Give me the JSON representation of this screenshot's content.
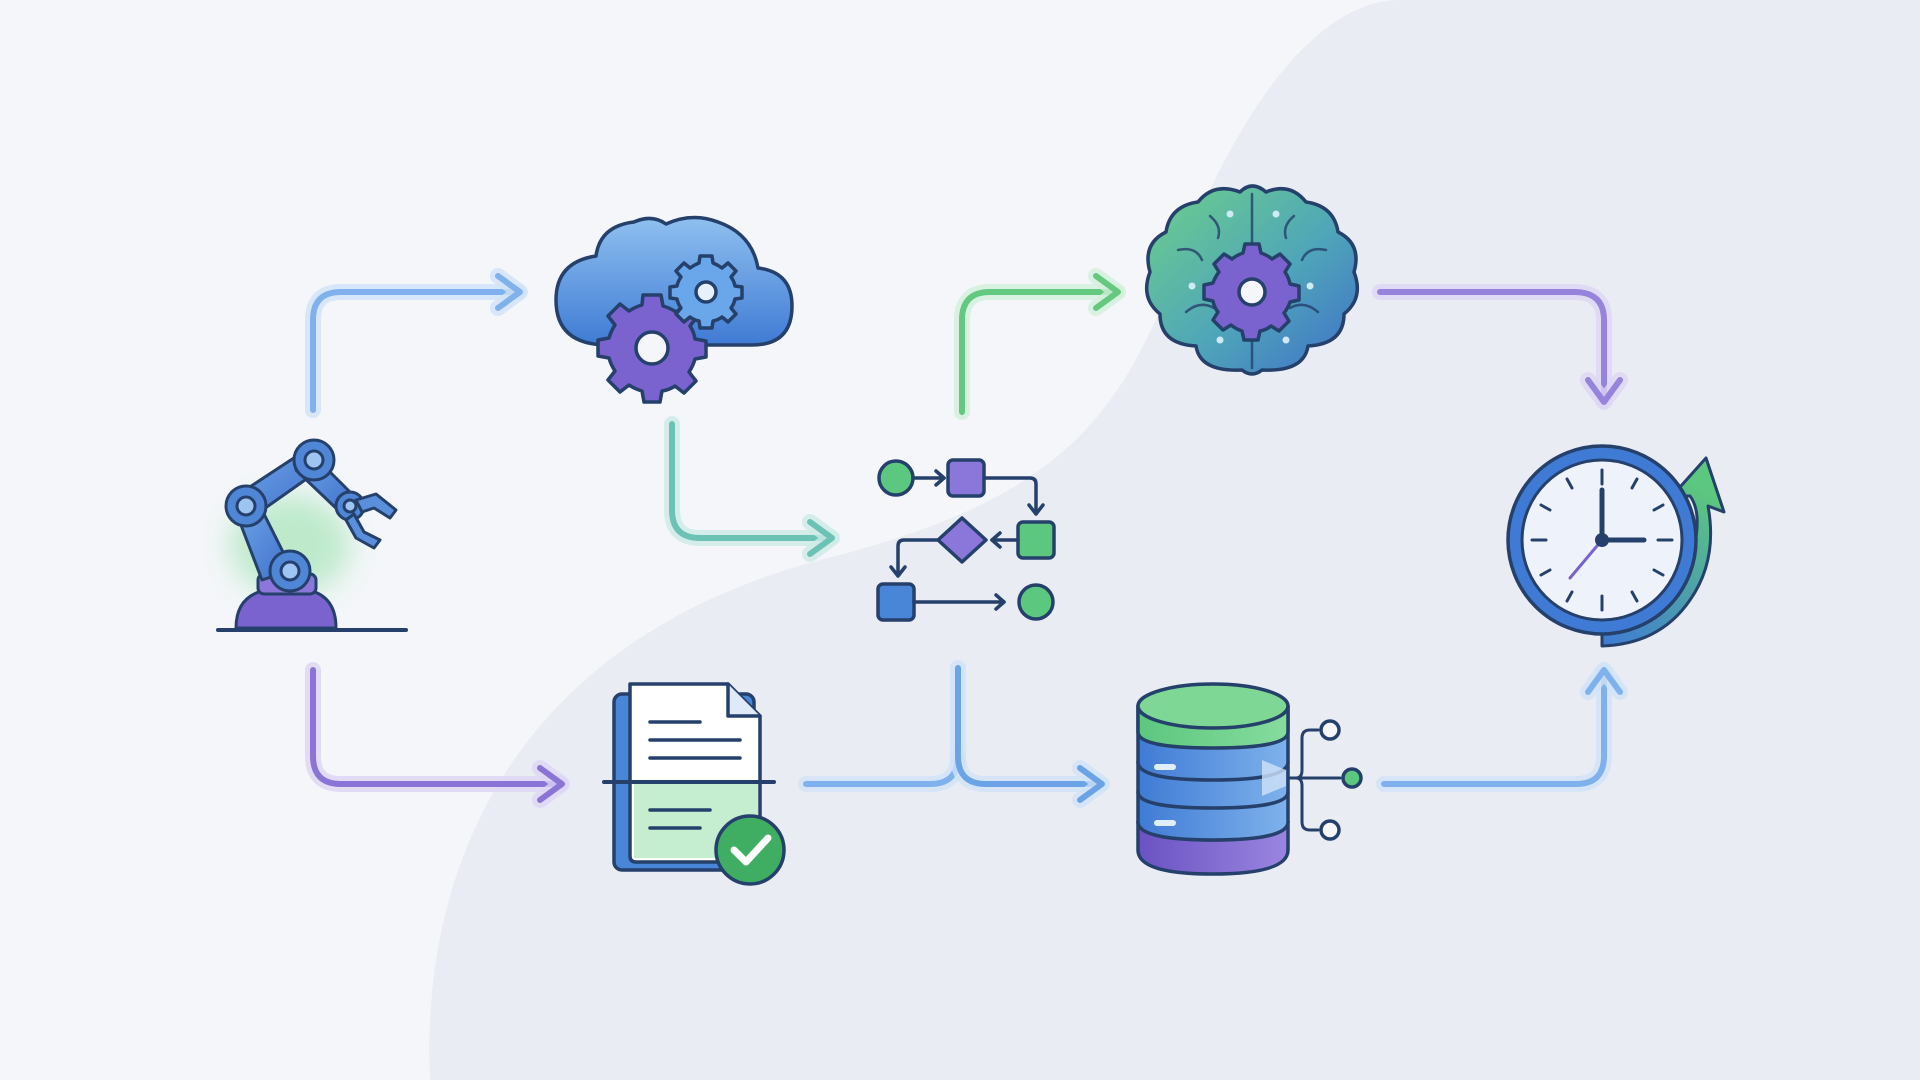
{
  "colors": {
    "background": "#f4f6f9",
    "background_shape": "#e9edf3",
    "blue": "#4a86d8",
    "blue_light": "#7fb2ec",
    "teal": "#5fb3c9",
    "green": "#5cc77e",
    "purple": "#7b63cc",
    "dark_outline": "#25406b",
    "white": "#ffffff"
  },
  "nodes": [
    {
      "id": "robot_arm",
      "icon": "robotic-arm-icon"
    },
    {
      "id": "cloud",
      "icon": "cloud-gears-icon"
    },
    {
      "id": "flowchart",
      "icon": "flowchart-icon"
    },
    {
      "id": "brain",
      "icon": "brain-gear-icon"
    },
    {
      "id": "clock",
      "icon": "clock-refresh-icon"
    },
    {
      "id": "document",
      "icon": "document-check-icon"
    },
    {
      "id": "database",
      "icon": "database-network-icon"
    }
  ],
  "connections": [
    {
      "from": "robot_arm",
      "to": "cloud",
      "color": "blue_light"
    },
    {
      "from": "robot_arm",
      "to": "document",
      "color": "purple"
    },
    {
      "from": "cloud",
      "to": "flowchart",
      "color": "teal"
    },
    {
      "from": "flowchart",
      "to": "brain",
      "color": "green"
    },
    {
      "from": "document",
      "to": "database",
      "color": "blue_light"
    },
    {
      "from": "flowchart",
      "to": "database",
      "color": "blue_light"
    },
    {
      "from": "brain",
      "to": "clock",
      "color": "purple"
    },
    {
      "from": "database",
      "to": "clock",
      "color": "blue_light"
    }
  ]
}
